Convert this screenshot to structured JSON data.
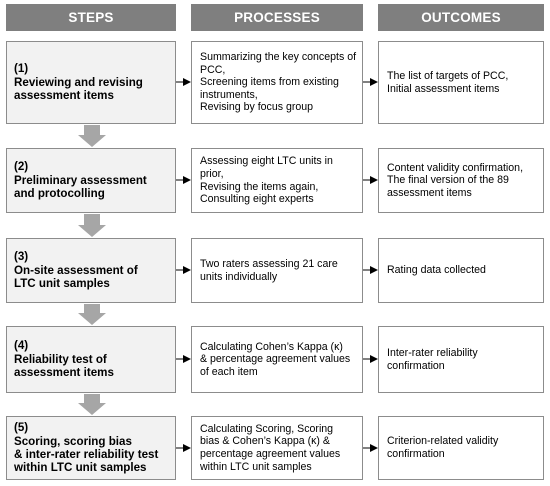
{
  "headers": {
    "steps": "STEPS",
    "processes": "PROCESSES",
    "outcomes": "OUTCOMES"
  },
  "rows": [
    {
      "step_number": "(1)",
      "step_title": "Reviewing and revising\nassessment items",
      "process": "Summarizing the key concepts of\nPCC,\nScreening items from existing\ninstruments,\nRevising by focus group",
      "outcome": "The list of targets of PCC,\nInitial assessment items"
    },
    {
      "step_number": "(2)",
      "step_title": "Preliminary assessment\nand protocolling",
      "process": "Assessing eight LTC units in\nprior,\nRevising the items again,\nConsulting eight experts",
      "outcome": "Content validity confirmation,\nThe final version of the 89\nassessment items"
    },
    {
      "step_number": "(3)",
      "step_title": "On-site assessment of\nLTC unit samples",
      "process": "Two raters assessing 21 care\nunits individually",
      "outcome": "Rating data collected"
    },
    {
      "step_number": "(4)",
      "step_title": "Reliability test of\nassessment items",
      "process": "Calculating Cohen’s Kappa (κ)\n& percentage agreement values\nof each item",
      "outcome": "Inter-rater reliability\nconfirmation"
    },
    {
      "step_number": "(5)",
      "step_title": "Scoring, scoring bias\n& inter-rater reliability test\nwithin LTC unit samples",
      "process": "Calculating Scoring, Scoring\nbias & Cohen’s Kappa (κ) &\npercentage agreement values\nwithin LTC unit samples",
      "outcome": "Criterion-related validity\nconfirmation"
    }
  ],
  "colors": {
    "header_bg": "#7f7f7f",
    "step_bg": "#f2f2f2",
    "border": "#8c8c8c",
    "down_arrow": "#a6a6a6"
  }
}
